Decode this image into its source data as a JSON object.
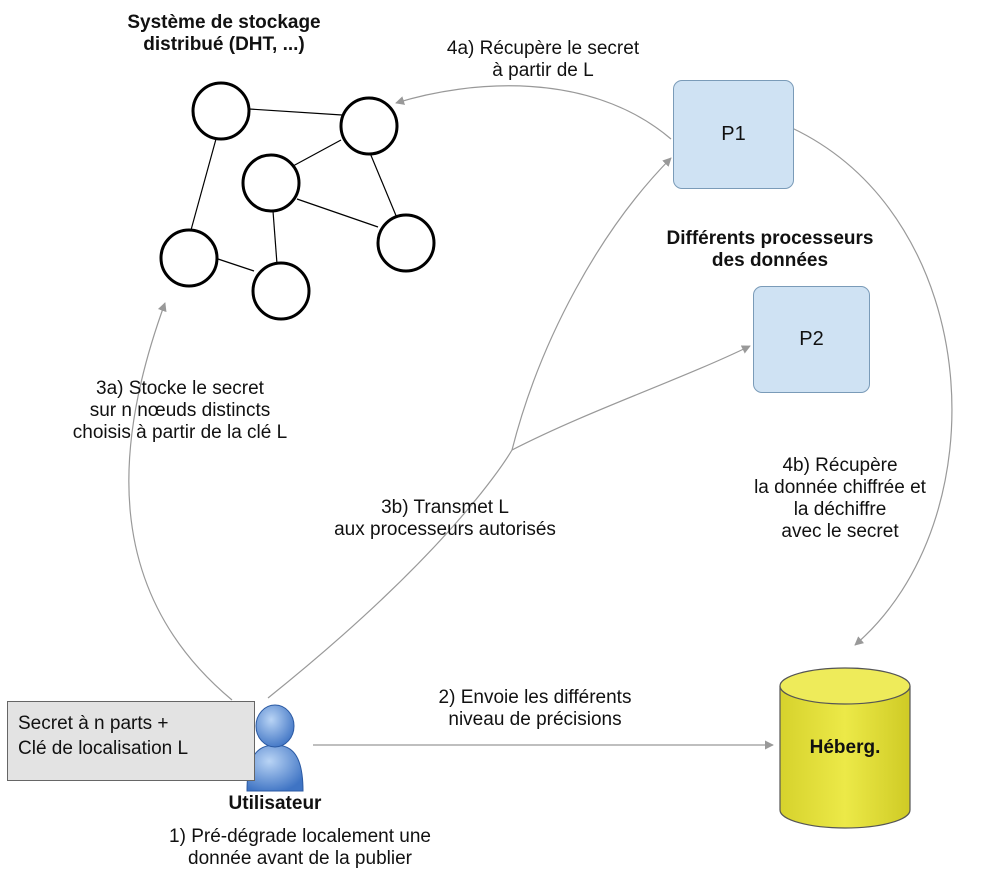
{
  "storage": {
    "title_line1": "Système de stockage",
    "title_line2": "distribué (DHT, ...)"
  },
  "processors": {
    "title_line1": "Différents processeurs",
    "title_line2": "des données",
    "p1_label": "P1",
    "p2_label": "P2"
  },
  "host": {
    "label": "Héberg."
  },
  "user": {
    "label": "Utilisateur",
    "secret_line1": "Secret à n parts +",
    "secret_line2": "Clé de localisation L"
  },
  "steps": {
    "step1_line1": "1) Pré-dégrade localement une",
    "step1_line2": "donnée avant de la publier",
    "step2_line1": "2) Envoie les différents",
    "step2_line2": "niveau de précisions",
    "step3a_line1": "3a) Stocke le secret",
    "step3a_line2": "sur n nœuds distincts",
    "step3a_line3": "choisis à partir de la clé L",
    "step3b_line1": "3b) Transmet L",
    "step3b_line2": "aux processeurs autorisés",
    "step4a_line1": "4a) Récupère le secret",
    "step4a_line2": "à partir de L",
    "step4b_line1": "4b) Récupère",
    "step4b_line2": "la donnée chiffrée et",
    "step4b_line3": "la déchiffre",
    "step4b_line4": "avec le secret"
  },
  "colors": {
    "processor_fill": "#cfe2f3",
    "host_fill": "#e4e13c",
    "secret_box_fill": "#e3e3e3",
    "arrow": "#999999",
    "user_icon": "#5b8fd6"
  },
  "icons": {
    "user": "user-icon"
  }
}
